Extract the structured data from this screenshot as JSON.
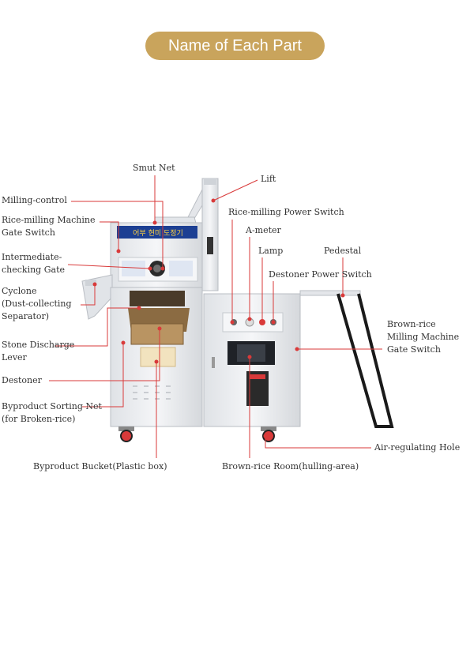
{
  "title": "Name of Each Part",
  "labels": {
    "smut_net": "Smut Net",
    "lift": "Lift",
    "milling_control": "Milling-control",
    "rice_milling_gate": "Rice-milling Machine\nGate Switch",
    "rice_milling_power": "Rice-milling Power Switch",
    "a_meter": "A-meter",
    "lamp": "Lamp",
    "pedestal": "Pedestal",
    "destoner_power": "Destoner Power Switch",
    "intermediate_gate": "Intermediate-\nchecking Gate",
    "cyclone": "Cyclone\n(Dust-collecting\nSeparator)",
    "brown_rice_gate": "Brown-rice\nMilling Machine\nGate Switch",
    "stone_lever": "Stone Discharge\nLever",
    "destoner": "Destoner",
    "byproduct_net": "Byproduct Sorting Net\n(for Broken-rice)",
    "air_hole": "Air-regulating Hole",
    "byproduct_bucket": "Byproduct Bucket(Plastic box)",
    "brown_rice_room": "Brown-rice Room(hulling-area)"
  },
  "machine": {
    "panel_sign": "어부 현미 도정기",
    "colors": {
      "accent": "#c9a45c",
      "leader": "#d93a3a",
      "body": "#e9ebee",
      "frame": "#b9bdc3"
    }
  }
}
